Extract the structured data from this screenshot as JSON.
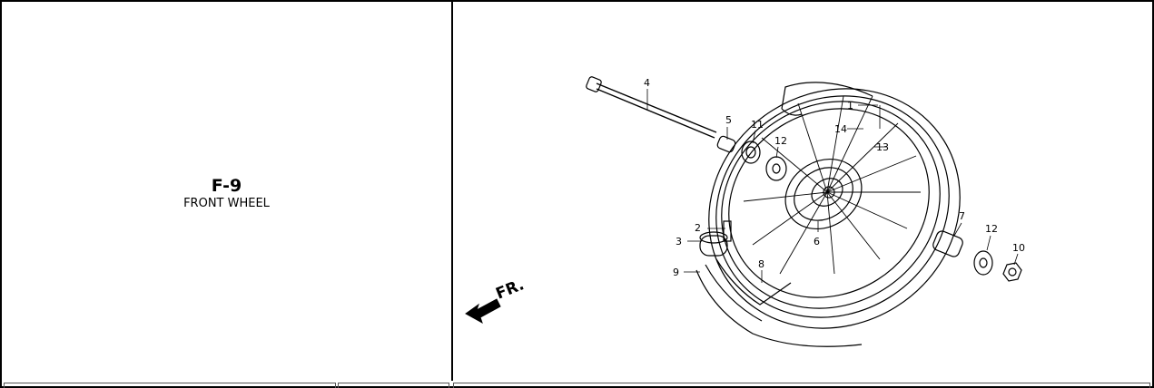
{
  "section": {
    "code": "F-9",
    "name": "FRONT WHEEL"
  },
  "diagram": {
    "direction_label": "FR.",
    "callouts": [
      "1",
      "2",
      "3",
      "4",
      "5",
      "6",
      "7",
      "8",
      "9",
      "10",
      "11",
      "12",
      "12",
      "13",
      "14"
    ]
  }
}
